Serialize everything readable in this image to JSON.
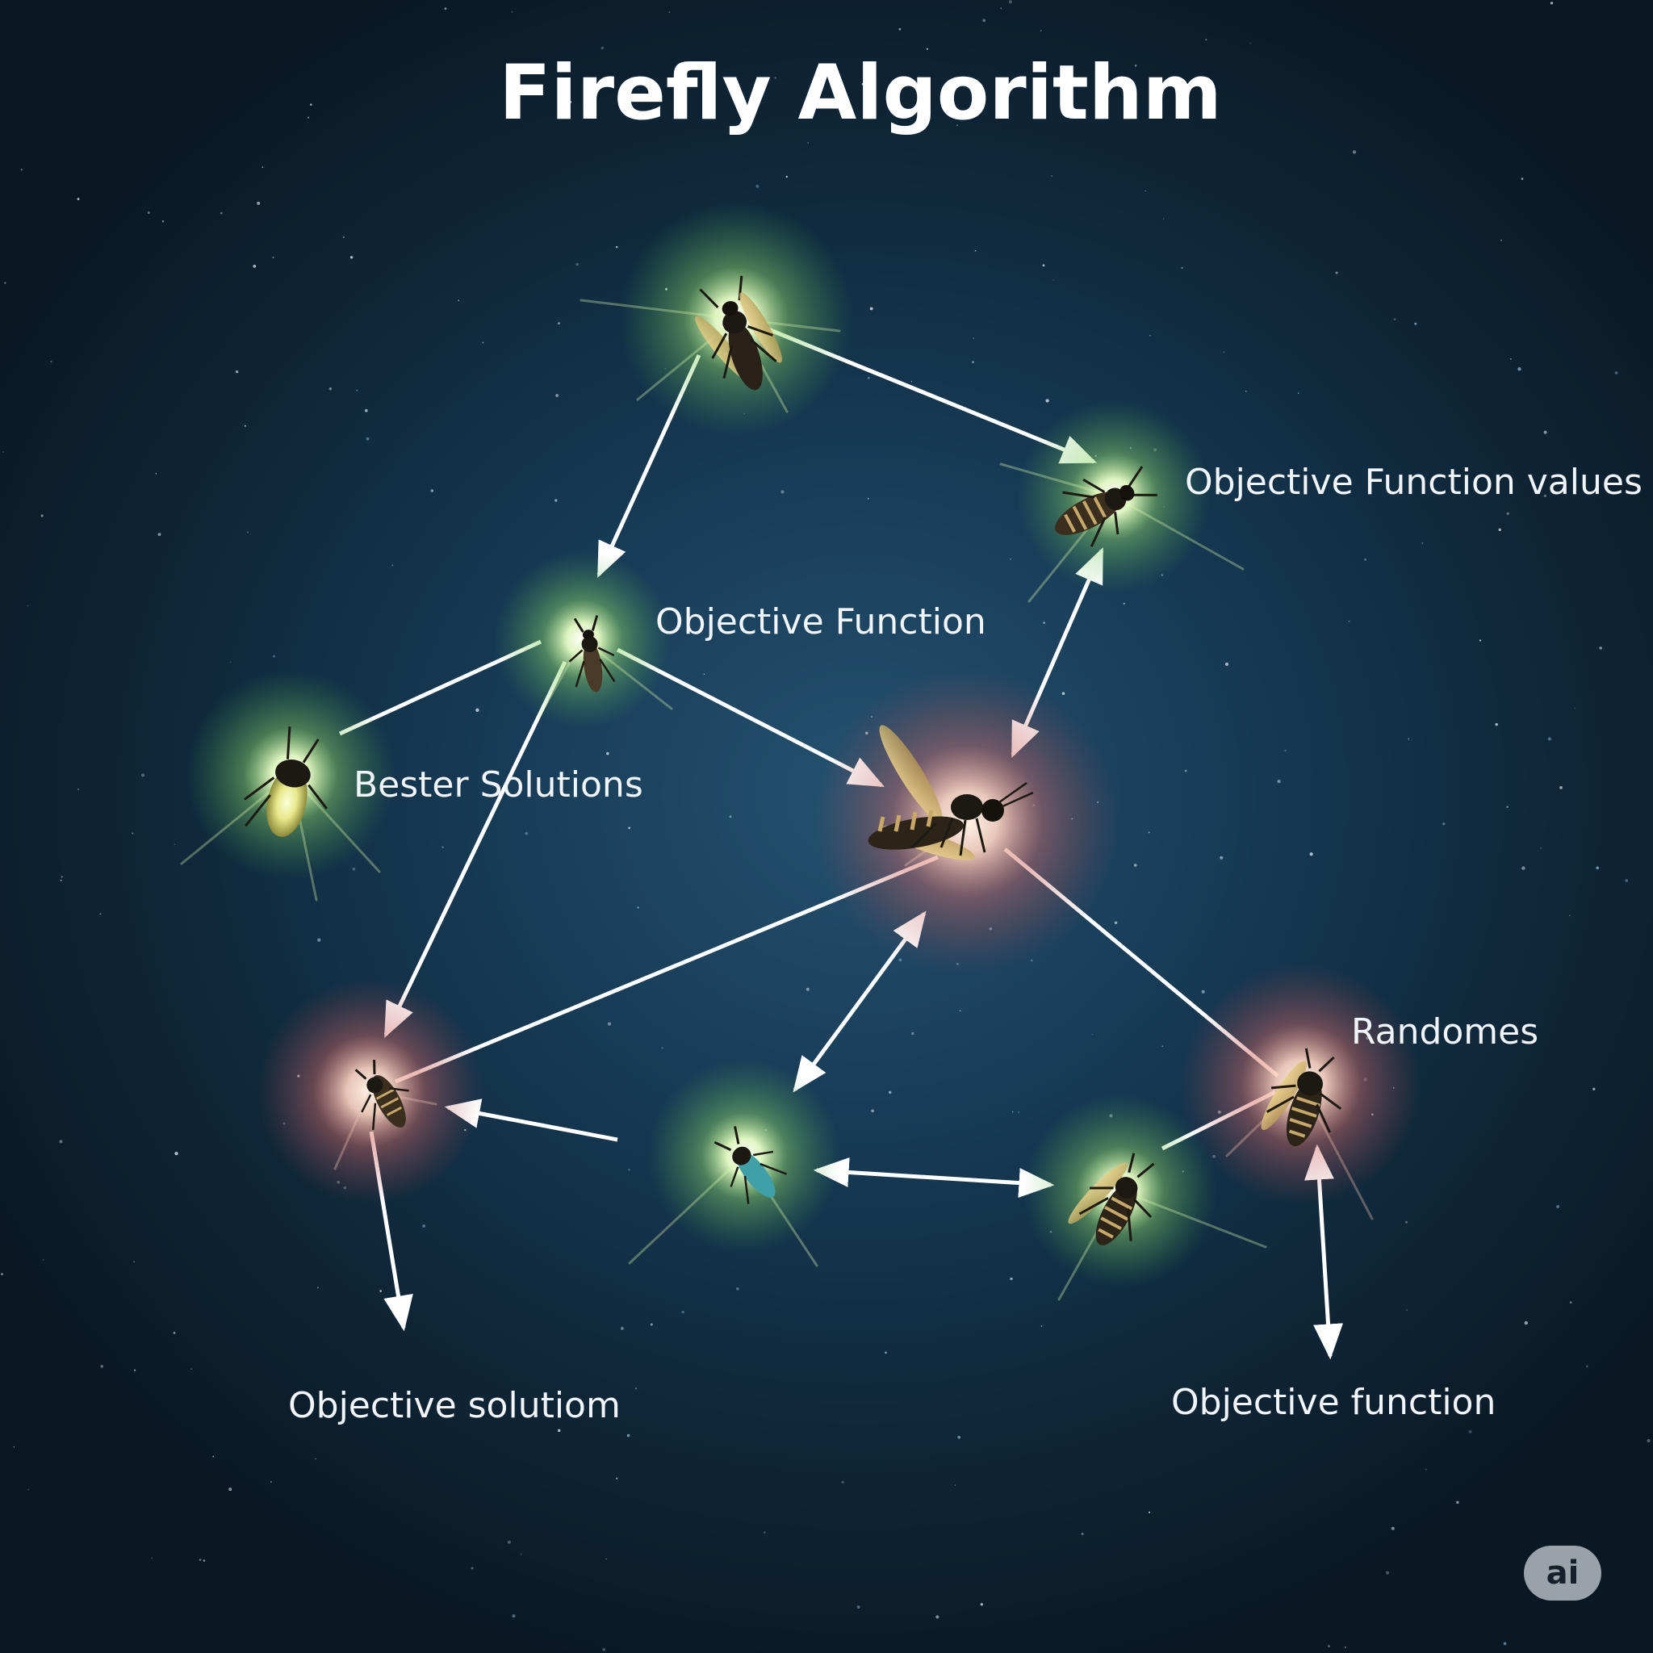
{
  "title": "Firefly Algorithm",
  "labels": {
    "objective_function_values": "Objective Function values",
    "objective_function": "Objective Function",
    "bester_solutions": "Bester Solutions",
    "randomes": "Randomes",
    "objective_solutiom": "Objective solutiom",
    "objective_function_lower": "Objective function"
  },
  "badge": "ai",
  "colors": {
    "background": "#0f2739",
    "glow_green": "#c8f59a",
    "glow_red": "#e8867a",
    "arrow": "#ffffff"
  },
  "fireflies": [
    {
      "id": "top",
      "glow": "green"
    },
    {
      "id": "objective-function-values",
      "glow": "green"
    },
    {
      "id": "objective-function",
      "glow": "green"
    },
    {
      "id": "bester-solutions",
      "glow": "green"
    },
    {
      "id": "center",
      "glow": "red"
    },
    {
      "id": "left-bottom",
      "glow": "red"
    },
    {
      "id": "bottom-center",
      "glow": "green"
    },
    {
      "id": "bottom-right",
      "glow": "green"
    },
    {
      "id": "randomes",
      "glow": "red"
    }
  ]
}
